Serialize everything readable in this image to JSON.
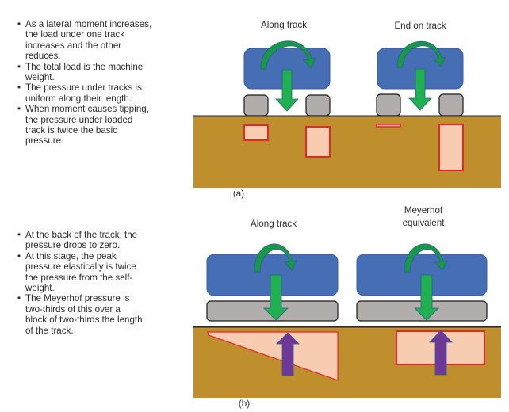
{
  "panel_a": {
    "notes": [
      "As a lateral moment increases, the load under one track increases and the other reduces.",
      "The total load is the machine weight.",
      "The pressure under tracks is uniform along their length.",
      "When moment causes tipping, the pressure under loaded track is twice the basic pressure."
    ],
    "left_title": "Along track",
    "right_title": "End on track",
    "caption": "(a)"
  },
  "panel_b": {
    "notes": [
      "At the back of the track, the pressure drops to zero.",
      "At this stage, the peak pressure elastically is twice the pressure from the self-weight.",
      "The Meyerhof pressure is two-thirds of this over a block of two-thirds the length of the track."
    ],
    "left_title": "Along track",
    "right_title_line1": "Meyerhof",
    "right_title_line2": "equivalent",
    "caption": "(b)"
  },
  "colors": {
    "soil": "#bf8f2e",
    "machine_body": "#456eb4",
    "track": "#b0adab",
    "load_arrow": "#1fb04f",
    "moment_arrow": "#179848",
    "reaction_arrow": "#6e3896",
    "pressure_fill": "#f8ccb0",
    "pressure_outline": "#e8252a",
    "ground_line": "#2a2a2a"
  }
}
